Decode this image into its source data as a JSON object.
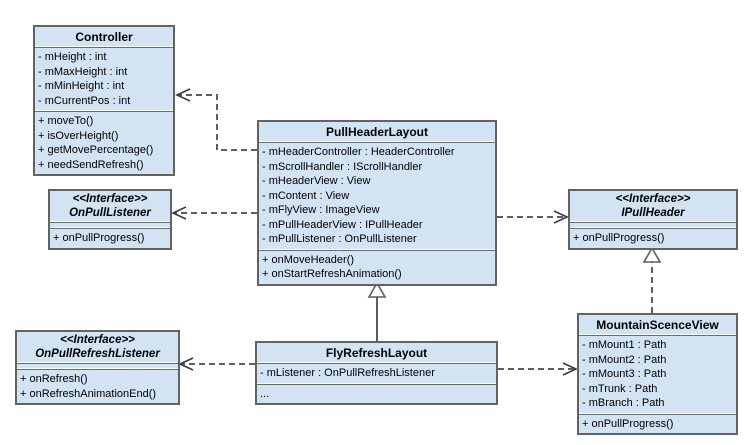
{
  "diagram": {
    "background_color": "#ffffff",
    "box_fill_color": "#d2e3f4",
    "box_border_color": "#636363",
    "connector_color": "#5e5e5e"
  },
  "classes": {
    "controller": {
      "name": "Controller",
      "fields": [
        "- mHeight : int",
        "- mMaxHeight : int",
        "- mMinHeight : int",
        "- mCurrentPos : int"
      ],
      "methods": [
        "+ moveTo()",
        "+ isOverHeight()",
        "+ getMovePercentage()",
        "+ needSendRefresh()"
      ]
    },
    "pull_header_layout": {
      "name": "PullHeaderLayout",
      "fields": [
        "- mHeaderController : HeaderController",
        "- mScrollHandler : IScrollHandler",
        "- mHeaderView : View",
        "- mContent : View",
        "- mFlyView : ImageView",
        "- mPullHeaderView : IPullHeader",
        "- mPullListener : OnPullListener"
      ],
      "methods": [
        "+ onMoveHeader()",
        "+ onStartRefreshAnimation()"
      ]
    },
    "on_pull_listener": {
      "stereotype": "<<Interface>>",
      "name": "OnPullListener",
      "methods": [
        "+ onPullProgress()"
      ]
    },
    "i_pull_header": {
      "stereotype": "<<Interface>>",
      "name": "IPullHeader",
      "methods": [
        "+ onPullProgress()"
      ]
    },
    "on_pull_refresh_listener": {
      "stereotype": "<<Interface>>",
      "name": "OnPullRefreshListener",
      "methods": [
        "+ onRefresh()",
        "+ onRefreshAnimationEnd()"
      ]
    },
    "fly_refresh_layout": {
      "name": "FlyRefreshLayout",
      "fields": [
        "- mListener : OnPullRefreshListener"
      ],
      "methods": [
        "..."
      ]
    },
    "mountain_scence_view": {
      "name": "MountainScenceView",
      "fields": [
        "- mMount1 : Path",
        "- mMount2 : Path",
        "- mMount3 : Path",
        "- mTrunk : Path",
        "- mBranch : Path"
      ],
      "methods": [
        "+ onPullProgress()"
      ]
    }
  },
  "relationships": [
    {
      "from": "PullHeaderLayout",
      "to": "Controller",
      "type": "dependency"
    },
    {
      "from": "PullHeaderLayout",
      "to": "OnPullListener",
      "type": "dependency"
    },
    {
      "from": "PullHeaderLayout",
      "to": "IPullHeader",
      "type": "dependency"
    },
    {
      "from": "FlyRefreshLayout",
      "to": "PullHeaderLayout",
      "type": "generalization"
    },
    {
      "from": "MountainScenceView",
      "to": "IPullHeader",
      "type": "realization"
    },
    {
      "from": "FlyRefreshLayout",
      "to": "OnPullRefreshListener",
      "type": "dependency"
    },
    {
      "from": "FlyRefreshLayout",
      "to": "MountainScenceView",
      "type": "dependency"
    }
  ]
}
